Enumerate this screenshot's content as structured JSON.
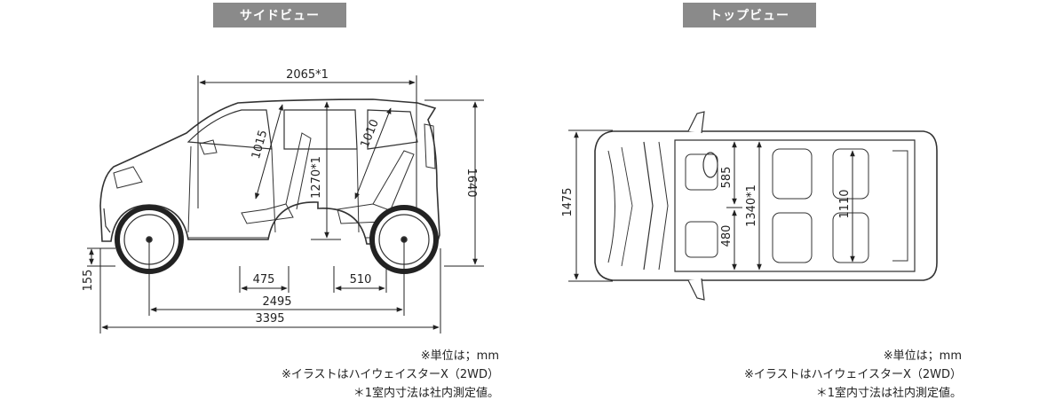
{
  "views": {
    "side": {
      "title": "サイドビュー"
    },
    "top": {
      "title": "トップビュー"
    }
  },
  "dimensions": {
    "side": {
      "cabin_length": "2065*1",
      "overall_height": "1640",
      "front_headroom": "1015",
      "rear_headroom": "1010",
      "interior_height": "1270*1",
      "ground_clearance": "155",
      "front_seat_width": "475",
      "rear_seat_width": "510",
      "wheelbase": "2495",
      "overall_length": "3395"
    },
    "top": {
      "overall_width": "1475",
      "front_center": "585",
      "rear_center": "480",
      "interior_width": "1340*1",
      "rear_width": "1110"
    }
  },
  "notes": {
    "side": [
      "※単位は；mm",
      "※イラストはハイウェイスターX（2WD）",
      "＊1室内寸法は社内測定値。"
    ],
    "top": [
      "※単位は；mm",
      "※イラストはハイウェイスターX（2WD）",
      "＊1室内寸法は社内測定値。"
    ]
  }
}
